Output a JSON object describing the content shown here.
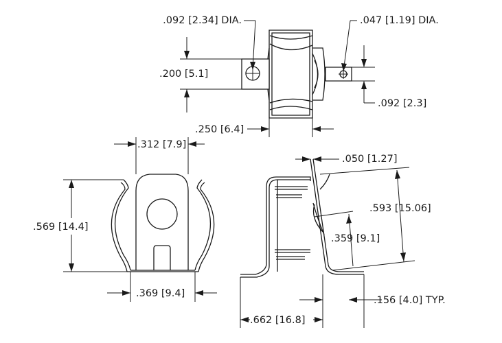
{
  "dimensions": {
    "top_hole_left": ".092 [2.34] DIA.",
    "top_hole_right": ".047 [1.19] DIA.",
    "top_height": ".200 [5.1]",
    "top_tab_height": ".092 [2.3]",
    "top_gap": ".250 [6.4]",
    "front_width_top": ".312 [7.9]",
    "front_height": ".569 [14.4]",
    "front_width_bottom": ".369 [9.4]",
    "side_thickness": ".050 [1.27]",
    "side_height": ".593 [15.06]",
    "side_mid_height": ".359 [9.1]",
    "side_foot": ".156 [4.0] TYP.",
    "side_length": ".662 [16.8]"
  }
}
